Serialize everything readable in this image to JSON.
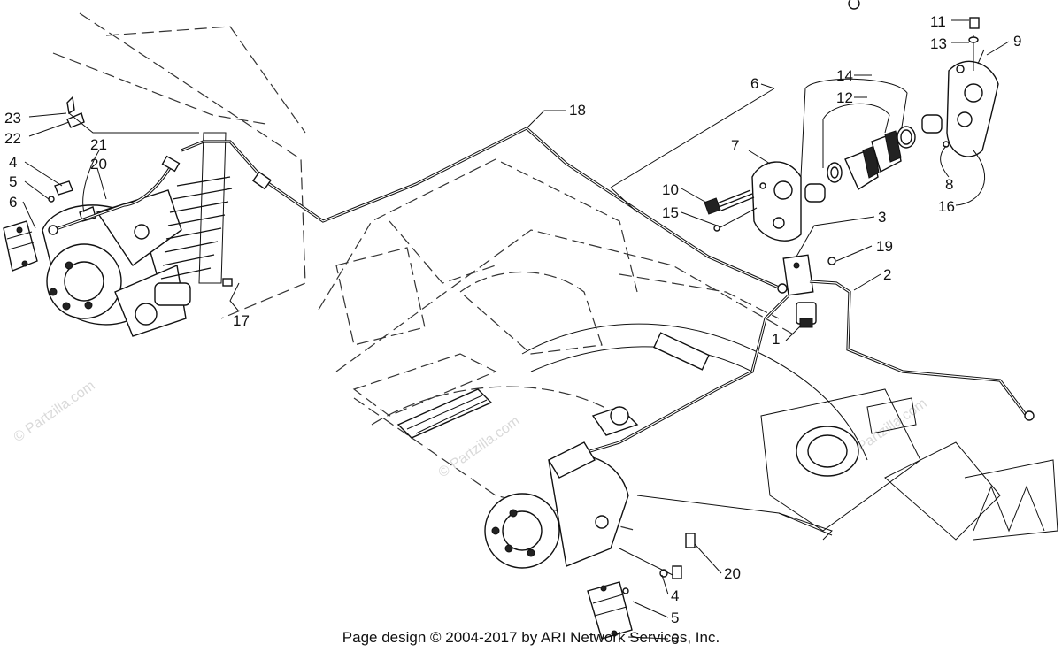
{
  "callouts": {
    "c23": "23",
    "c22": "22",
    "c4a": "4",
    "c5a": "5",
    "c6a": "6",
    "c21": "21",
    "c20a": "20",
    "c17": "17",
    "c18": "18",
    "c7": "7",
    "c6b": "6",
    "c10": "10",
    "c15": "15",
    "c14": "14",
    "c12": "12",
    "c11": "11",
    "c13": "13",
    "c9": "9",
    "c8": "8",
    "c16": "16",
    "c3": "3",
    "c19": "19",
    "c2": "2",
    "c1": "1",
    "c20b": "20",
    "c4b": "4",
    "c5b": "5",
    "c6c": "6"
  },
  "footer": "Page design © 2004-2017 by ARI Network Services, Inc.",
  "watermark": "© Partzilla.com",
  "colors": {
    "ink": "#111111",
    "frame": "#333333",
    "watermark": "#d9d9d9",
    "background": "#ffffff"
  }
}
